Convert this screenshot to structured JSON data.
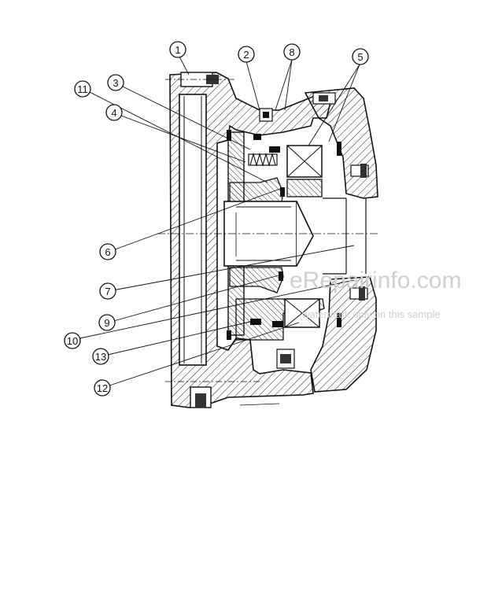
{
  "diagram": {
    "callouts": [
      "1",
      "2",
      "3",
      "4",
      "5",
      "6",
      "7",
      "8",
      "9",
      "10",
      "11",
      "12",
      "13"
    ]
  },
  "watermark": {
    "site": "eRepairinfo.com",
    "note": "watermark only on this sample"
  }
}
